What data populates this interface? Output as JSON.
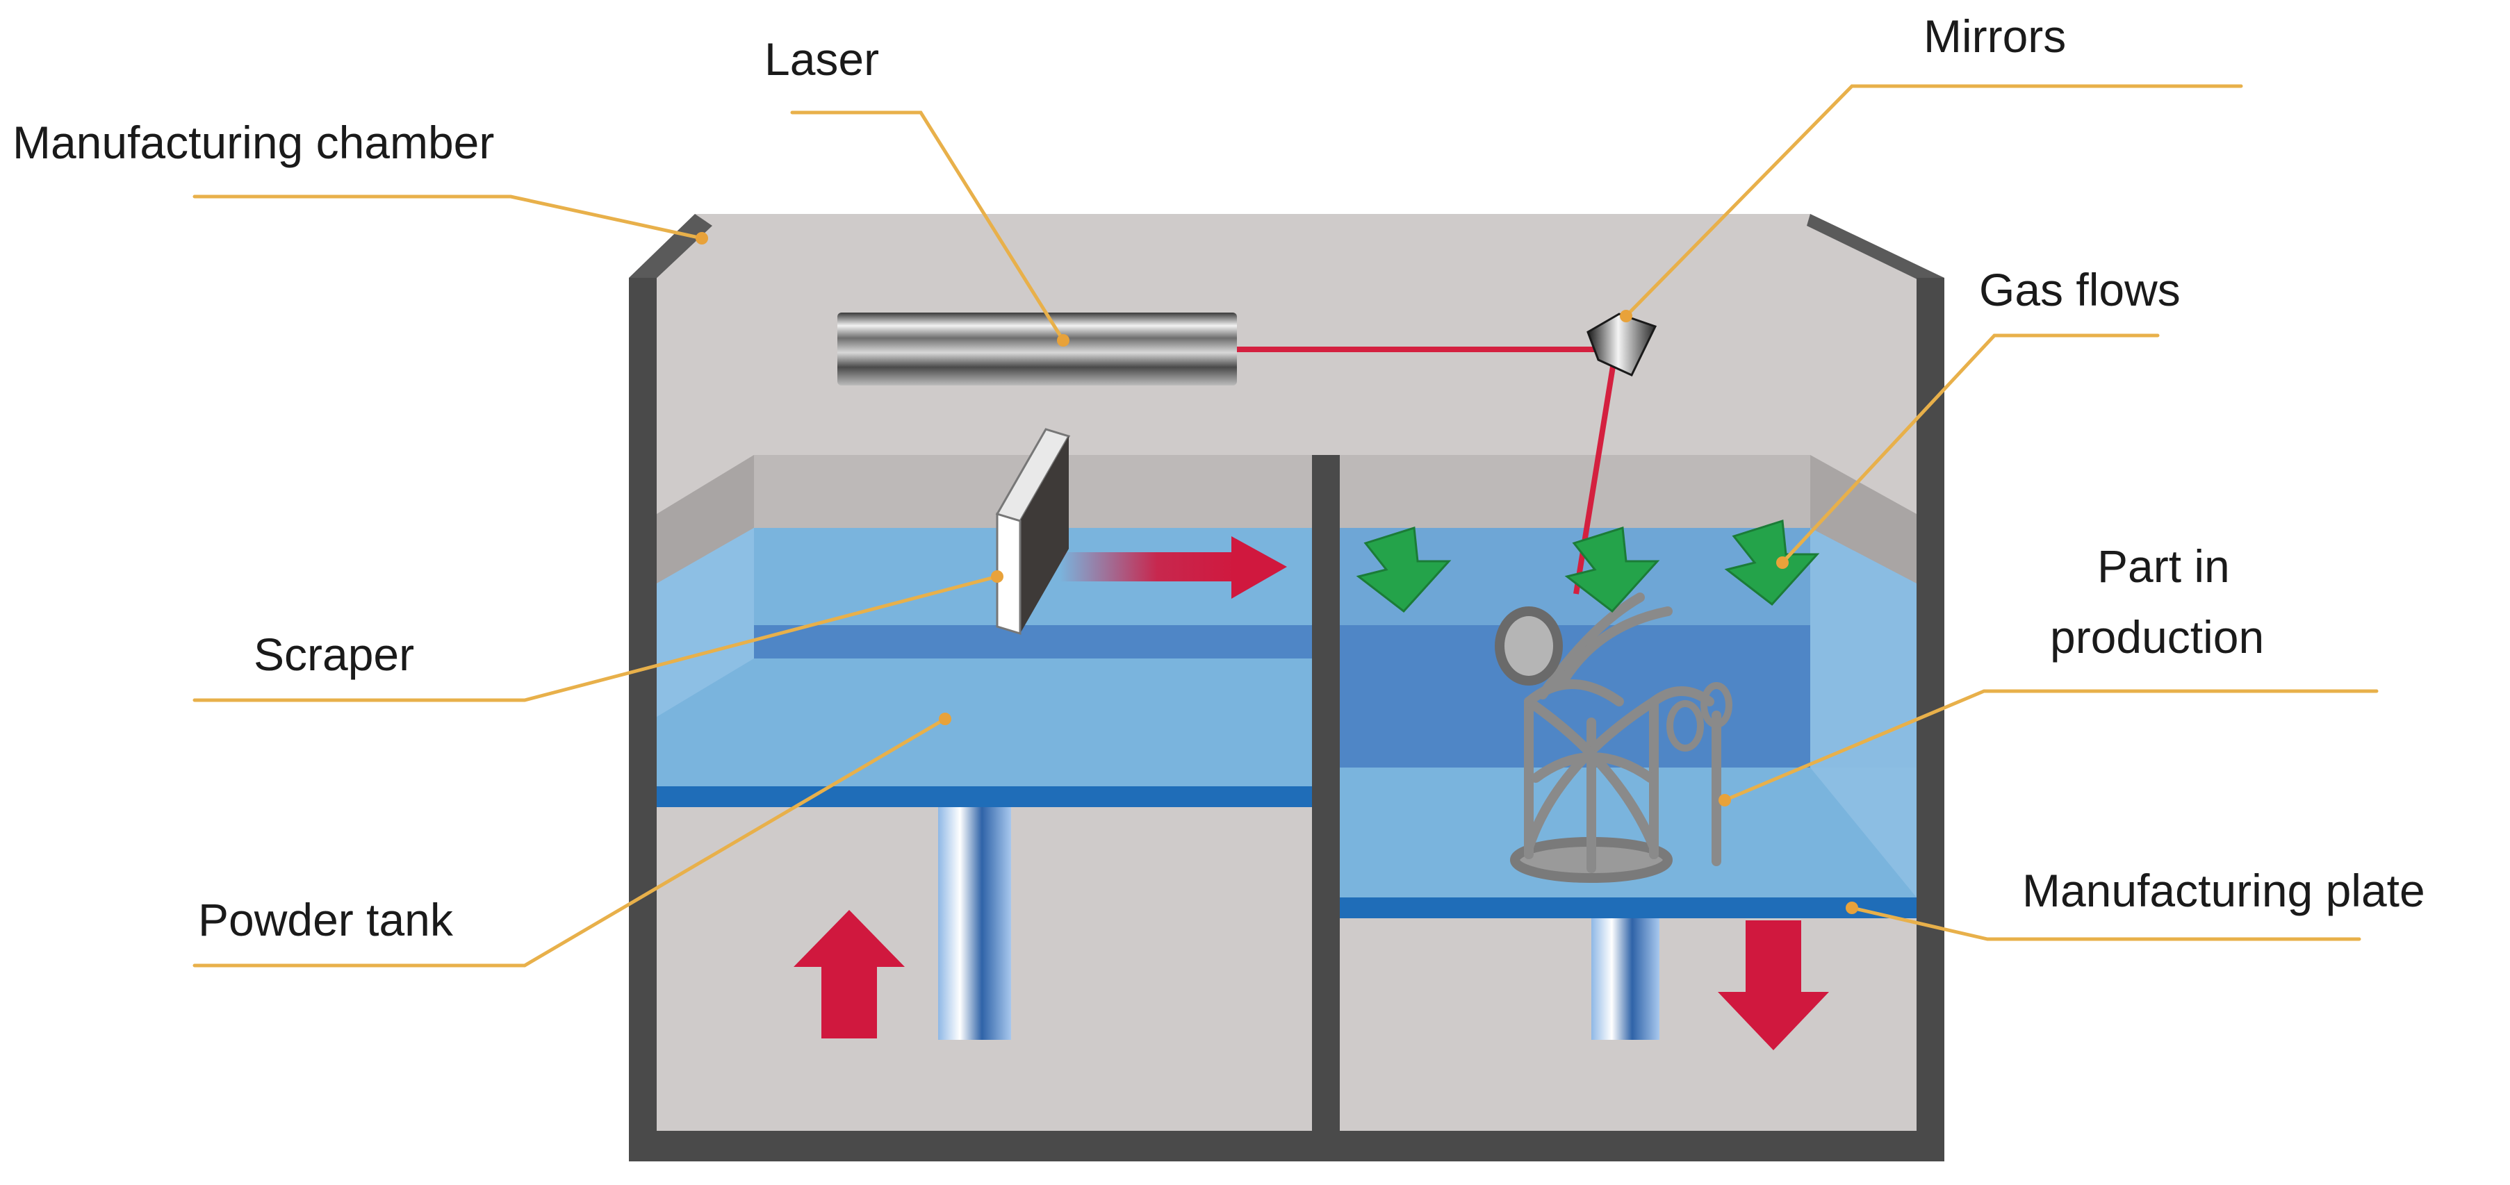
{
  "labels": {
    "manufacturing_chamber": "Manufacturing chamber",
    "laser": "Laser",
    "mirrors": "Mirrors",
    "gas_flows": "Gas flows",
    "scraper": "Scraper",
    "part_in_production_line1": "Part in",
    "part_in_production_line2": "production",
    "powder_tank": "Powder tank",
    "manufacturing_plate": "Manufacturing plate"
  },
  "colors": {
    "chamber_wall": "#4a4a4a",
    "chamber_fill": "#cfcbca",
    "powder_blue": "#7ab4dd",
    "powder_blue_dark": "#4f86c6",
    "plate_blue": "#1f6db8",
    "laser_beam": "#d4203f",
    "arrow_red": "#d0183e",
    "gas_arrow": "#24a34a",
    "leader_line": "#e8b04a"
  },
  "icons": [
    "laser-tube-icon",
    "mirror-icon",
    "scraper-blade-icon",
    "piston-icon",
    "up-arrow-icon",
    "down-arrow-icon",
    "gas-flow-arrow-icon",
    "lattice-part-icon"
  ]
}
